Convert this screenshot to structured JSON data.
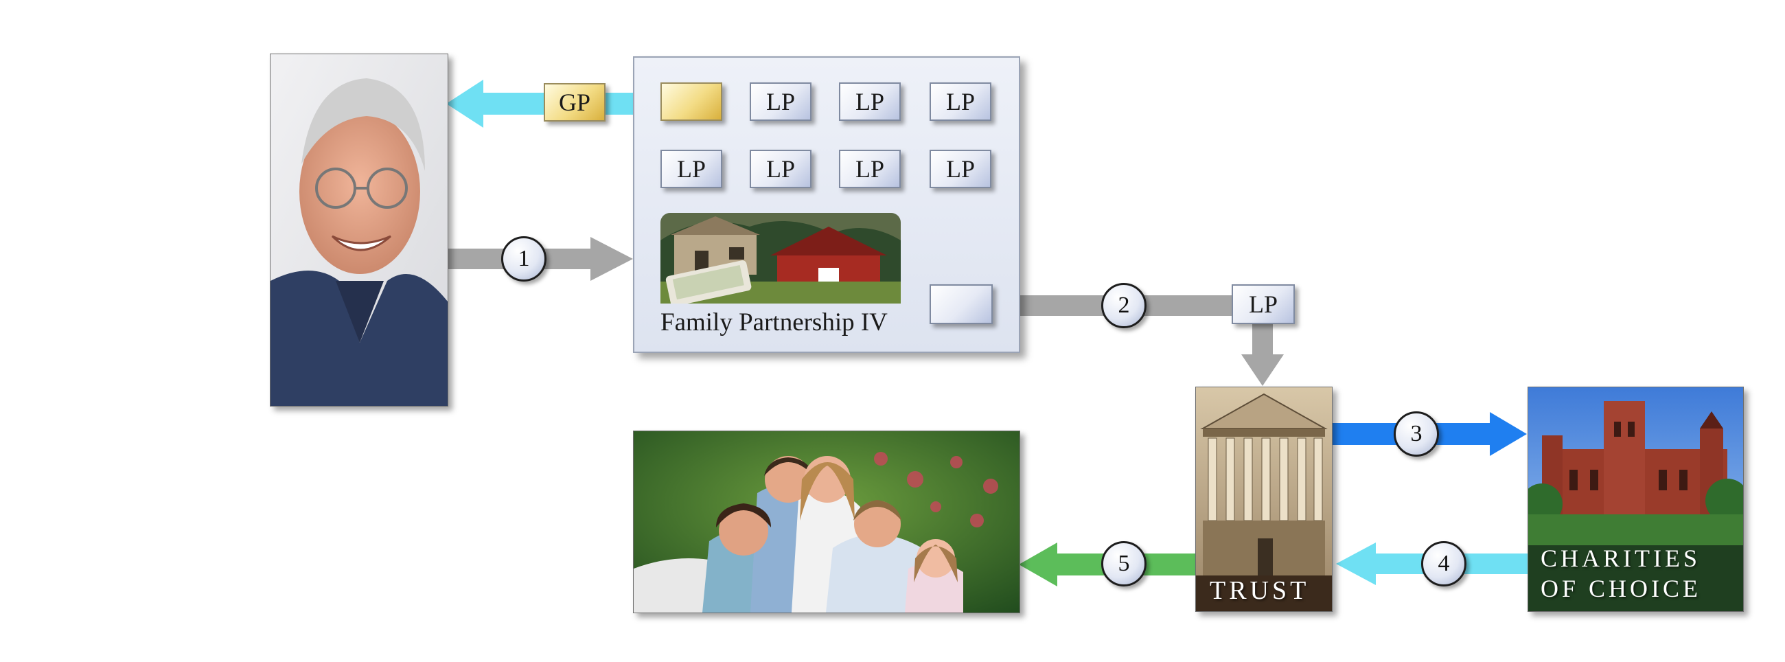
{
  "diagram": {
    "partnership": {
      "title": "Family Partnership IV",
      "gp_tile": "GP",
      "lp_tiles": [
        "LP",
        "LP",
        "LP",
        "LP",
        "LP",
        "LP",
        "LP"
      ],
      "lp_transfer_tile": "LP"
    },
    "steps": [
      "1",
      "2",
      "3",
      "4",
      "5"
    ],
    "trust_label": "TRUST",
    "charities_label": [
      "CHARITIES",
      "OF CHOICE"
    ]
  },
  "colors": {
    "gray_arrow": "#a6a6a6",
    "cyan_arrow": "#6fe0f3",
    "blue_arrow": "#1f7ff0",
    "green_arrow": "#5cbd5a",
    "gold_tile": "#f3dc85",
    "blue_tile": "#dde3f0"
  }
}
